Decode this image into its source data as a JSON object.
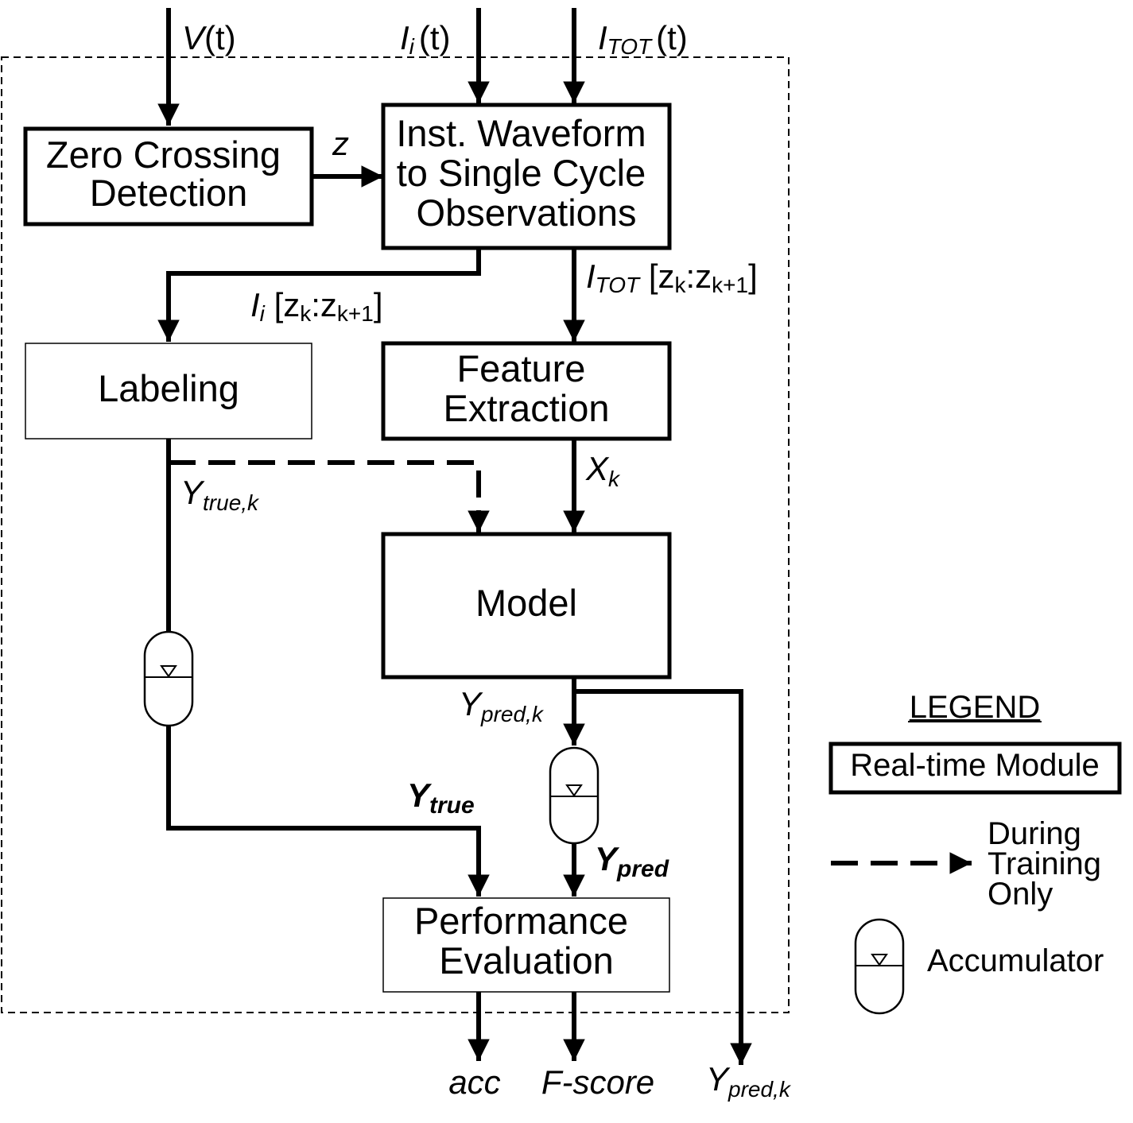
{
  "inputs": {
    "voltage": {
      "main": "V",
      "rest": "(t)"
    },
    "current_i": {
      "main": "I",
      "sub": "i",
      "rest": "(t)"
    },
    "current_tot": {
      "main": "I",
      "sub": "TOT",
      "rest": "(t)"
    }
  },
  "boxes": {
    "zero_crossing": [
      "Zero Crossing",
      "Detection"
    ],
    "inst_waveform": [
      "Inst. Waveform",
      "to Single Cycle",
      "Observations"
    ],
    "labeling": [
      "Labeling"
    ],
    "feature_extraction": [
      "Feature",
      "Extraction"
    ],
    "model": [
      "Model"
    ],
    "performance_evaluation": [
      "Performance",
      "Evaluation"
    ]
  },
  "signals": {
    "z": "z",
    "itot_window": {
      "main": "I",
      "sub": "TOT",
      "open": " [z",
      "k": "k",
      "colon": ":z",
      "k1": "k+1",
      "close": "]"
    },
    "ii_window": {
      "main": "I",
      "sub": "i",
      "open": " [z",
      "k": "k",
      "colon": ":z",
      "k1": "k+1",
      "close": "]"
    },
    "xk": {
      "main": "X",
      "sub": "k"
    },
    "ytrue_k": {
      "main": "Y",
      "sub": "true,k"
    },
    "ypred_k": {
      "main": "Y",
      "sub": "pred,k"
    },
    "ytrue": {
      "main": "Y",
      "sub": "true"
    },
    "ypred": {
      "main": "Y",
      "sub": "pred"
    }
  },
  "outputs": {
    "acc": "acc",
    "fscore": "F-score",
    "ypred_k": {
      "main": "Y",
      "sub": "pred,k"
    }
  },
  "legend": {
    "title": "LEGEND",
    "realtime_module": "Real-time Module",
    "training_only": [
      "During",
      "Training",
      "Only"
    ],
    "accumulator": "Accumulator"
  }
}
